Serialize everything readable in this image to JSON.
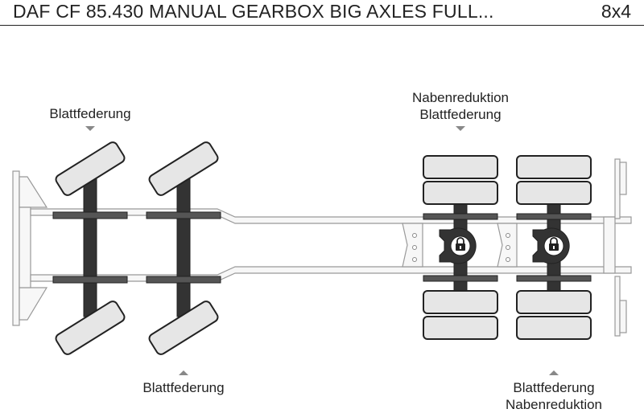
{
  "header": {
    "title": "DAF CF 85.430 MANUAL GEARBOX BIG AXLES FULL...",
    "axle_config": "8x4"
  },
  "labels": {
    "front_top": [
      "Blattfederung"
    ],
    "rear_top": [
      "Nabenreduktion",
      "Blattfederung"
    ],
    "front_bottom": [
      "Blattfederung"
    ],
    "rear_bottom": [
      "Blattfederung",
      "Nabenreduktion"
    ]
  },
  "icons": {
    "spring": "leaf-spring-icon",
    "lock": "differential-lock-icon",
    "arrow": "triangle-marker-icon"
  },
  "colors": {
    "tyre_fill": "#e6e6e6",
    "outline": "#222222",
    "axle": "#333333",
    "frame_fill": "#f7f7f7",
    "frame_stroke": "#999999",
    "marker": "#888888"
  }
}
